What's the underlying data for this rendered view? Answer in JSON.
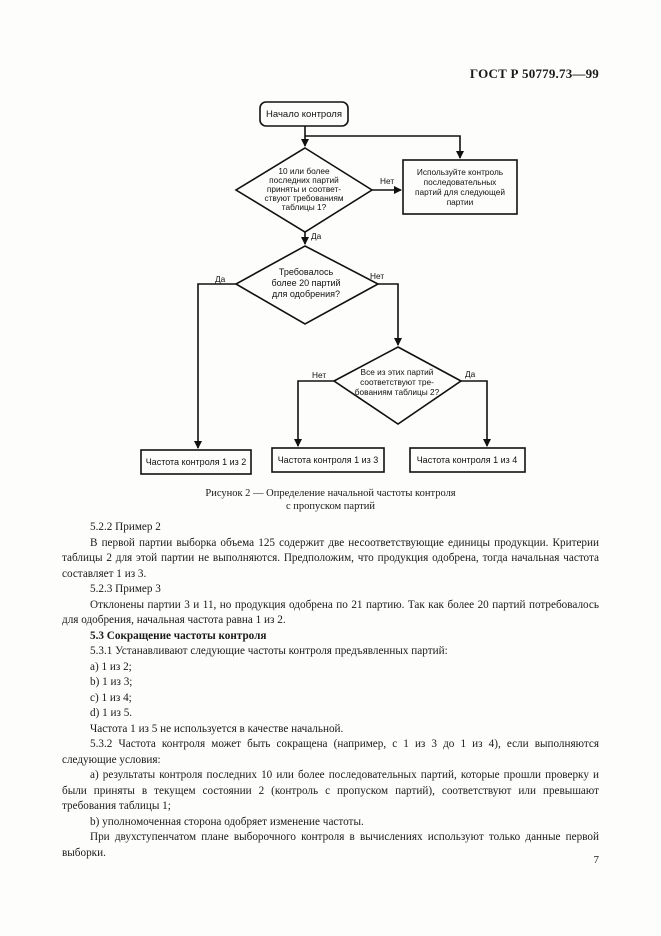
{
  "header": {
    "standard": "ГОСТ Р 50779.73—99"
  },
  "flowchart": {
    "start": "Начало контроля",
    "decision1": [
      "10 или более",
      "последних партий",
      "приняты и соответ-",
      "ствуют требованиям",
      "таблицы 1?"
    ],
    "side_box": [
      "Используйте контроль",
      "последовательных",
      "партий для следующей",
      "партии"
    ],
    "decision2": [
      "Требовалось",
      "более 20 партий",
      "для одобрения?"
    ],
    "decision3": [
      "Все из этих партий",
      "соответствуют тре-",
      "бованиям таблицы 2?"
    ],
    "yes": "Да",
    "no": "Нет",
    "out1": "Частота контроля 1 из 2",
    "out2": "Частота контроля 1 из 3",
    "out3": "Частота контроля 1 из 4"
  },
  "caption": {
    "line1": "Рисунок 2 — Определение начальной частоты контроля",
    "line2": "с пропуском партий"
  },
  "body": {
    "s522_title": "5.2.2 Пример 2",
    "s522_text": "В первой партии выборка объема 125 содержит две несоответствующие единицы продукции. Критерии таблицы 2 для этой партии не выполняются. Предположим, что продукция одобрена, тогда начальная частота составляет 1 из 3.",
    "s523_title": "5.2.3 Пример 3",
    "s523_text": "Отклонены партии 3 и 11, но продукция одобрена по 21 партию. Так как более 20 партий потребовалось для одобрения, начальная частота равна 1 из 2.",
    "s53_title": "5.3 Сокращение частоты контроля",
    "s531": "5.3.1 Устанавливают следующие частоты контроля предъявленных партий:",
    "list": [
      "а) 1 из 2;",
      "b) 1 из 3;",
      "c) 1 из 4;",
      "d) 1 из 5."
    ],
    "note": "Частота 1 из 5 не используется в качестве начальной.",
    "s532": "5.3.2 Частота контроля может быть сокращена (например, с 1 из 3 до 1 из 4), если выполняются следующие условия:",
    "cond_a": "а) результаты контроля последних 10 или более последовательных партий, которые прошли проверку и были приняты в текущем состоянии 2 (контроль с пропуском партий), соответствуют или превышают требования таблицы 1;",
    "cond_b": "b) уполномоченная сторона одобряет изменение частоты.",
    "final": "При двухступенчатом плане выборочного контроля в вычислениях используют только данные первой выборки."
  },
  "page_number": "7"
}
